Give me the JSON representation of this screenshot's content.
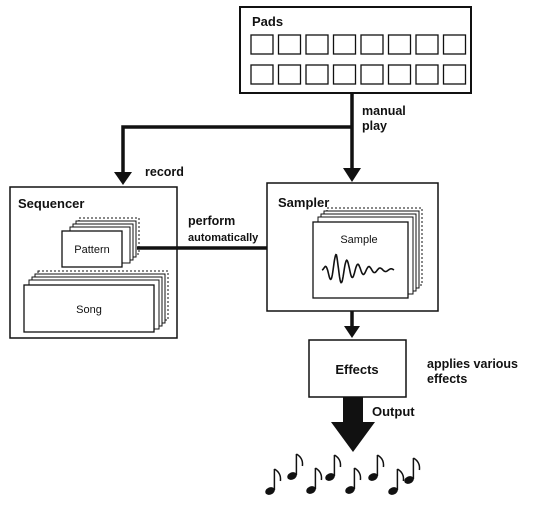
{
  "pads": {
    "title": "Pads"
  },
  "sequencer": {
    "title": "Sequencer",
    "pattern_label": "Pattern",
    "song_label": "Song"
  },
  "sampler": {
    "title": "Sampler",
    "sample_label": "Sample"
  },
  "effects": {
    "title": "Effects",
    "note_line1": "applies various",
    "note_line2": "effects"
  },
  "arrows": {
    "manual_line1": "manual",
    "manual_line2": "play",
    "record": "record",
    "perform_line1": "perform",
    "perform_line2": "automatically",
    "output": "Output"
  }
}
